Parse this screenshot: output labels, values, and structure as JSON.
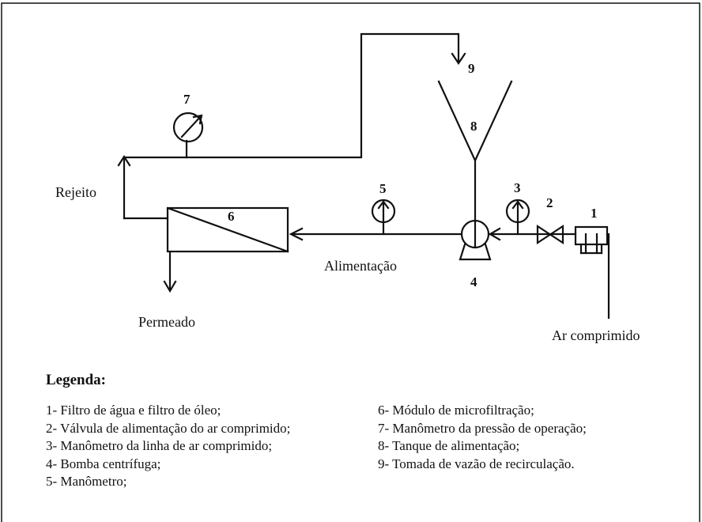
{
  "diagram": {
    "numbers": {
      "n1": "1",
      "n2": "2",
      "n3": "3",
      "n4": "4",
      "n5": "5",
      "n6": "6",
      "n7": "7",
      "n8": "8",
      "n9": "9"
    },
    "labels": {
      "rejeito": "Rejeito",
      "alimentacao": "Alimentação",
      "permeado": "Permeado",
      "ar_comprimido": "Ar comprimido"
    }
  },
  "legend": {
    "title": "Legenda:",
    "left": [
      "1- Filtro de água e filtro de óleo;",
      "2- Válvula de alimentação do ar comprimido;",
      "3- Manômetro da linha de ar comprimido;",
      "4- Bomba centrífuga;",
      "5- Manômetro;"
    ],
    "right": [
      "6- Módulo de microfiltração;",
      "7- Manômetro da pressão de operação;",
      "8- Tanque de alimentação;",
      "9- Tomada de vazão de recirculação."
    ]
  }
}
